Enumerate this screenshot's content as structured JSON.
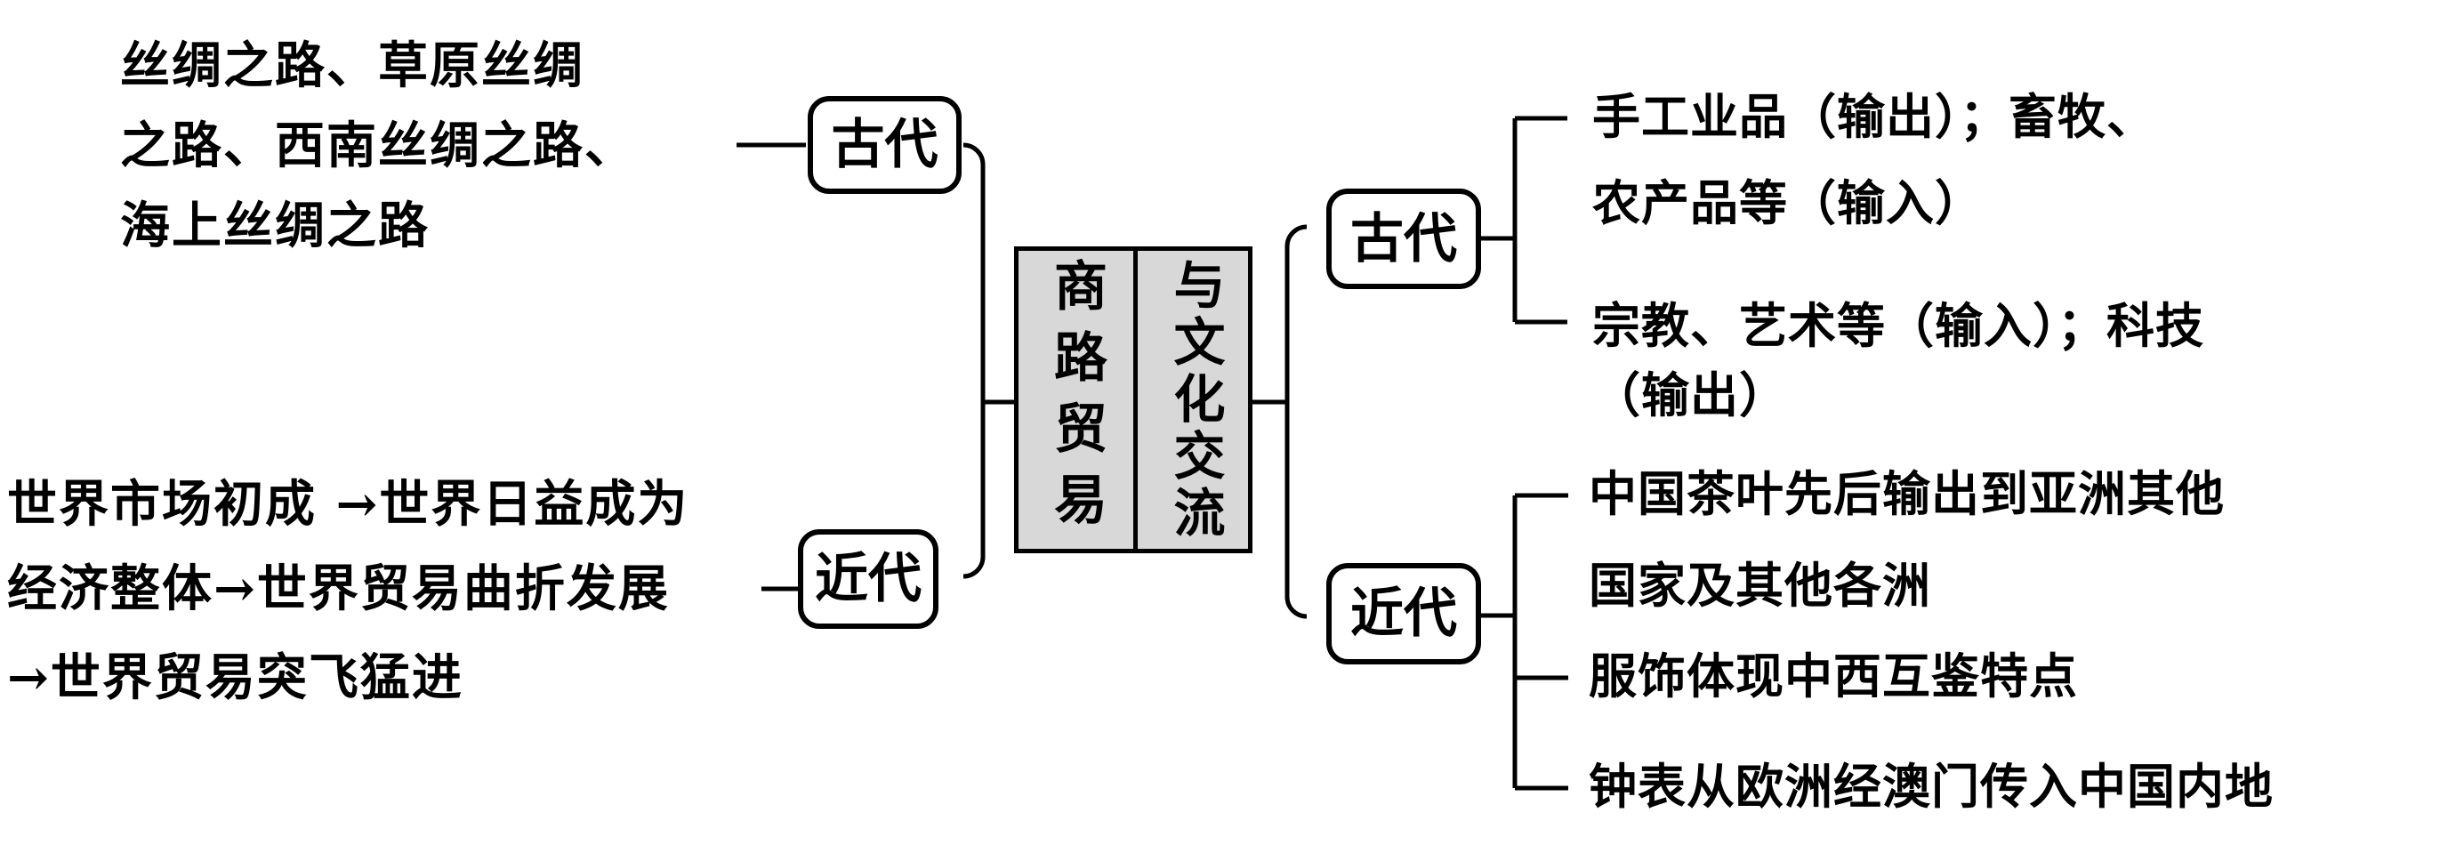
{
  "center": {
    "left_label": "商路贸易",
    "right_label": "与文化交流"
  },
  "left": {
    "ancient": {
      "label": "古代",
      "lines": [
        "丝绸之路、草原丝绸",
        "之路、西南丝绸之路、",
        "海上丝绸之路"
      ]
    },
    "modern": {
      "label": "近代",
      "lines": [
        "世界市场初成 →世界日益成为",
        "经济整体→世界贸易曲折发展",
        "→世界贸易突飞猛进"
      ]
    }
  },
  "right": {
    "ancient": {
      "label": "古代",
      "items": [
        {
          "lines": [
            "手工业品（输出）；畜牧、",
            "农产品等（输入）"
          ]
        },
        {
          "lines": [
            "宗教、艺术等（输入）；科技",
            "（输出）"
          ]
        }
      ]
    },
    "modern": {
      "label": "近代",
      "items": [
        {
          "lines": [
            "中国茶叶先后输出到亚洲其他",
            "国家及其他各洲"
          ]
        },
        {
          "lines": [
            "服饰体现中西互鉴特点"
          ]
        },
        {
          "lines": [
            "钟表从欧洲经澳门传入中国内地"
          ]
        }
      ]
    }
  },
  "colors": {
    "background": "#ffffff",
    "line": "#000000",
    "center_box_fill": "#d8d8d8"
  }
}
